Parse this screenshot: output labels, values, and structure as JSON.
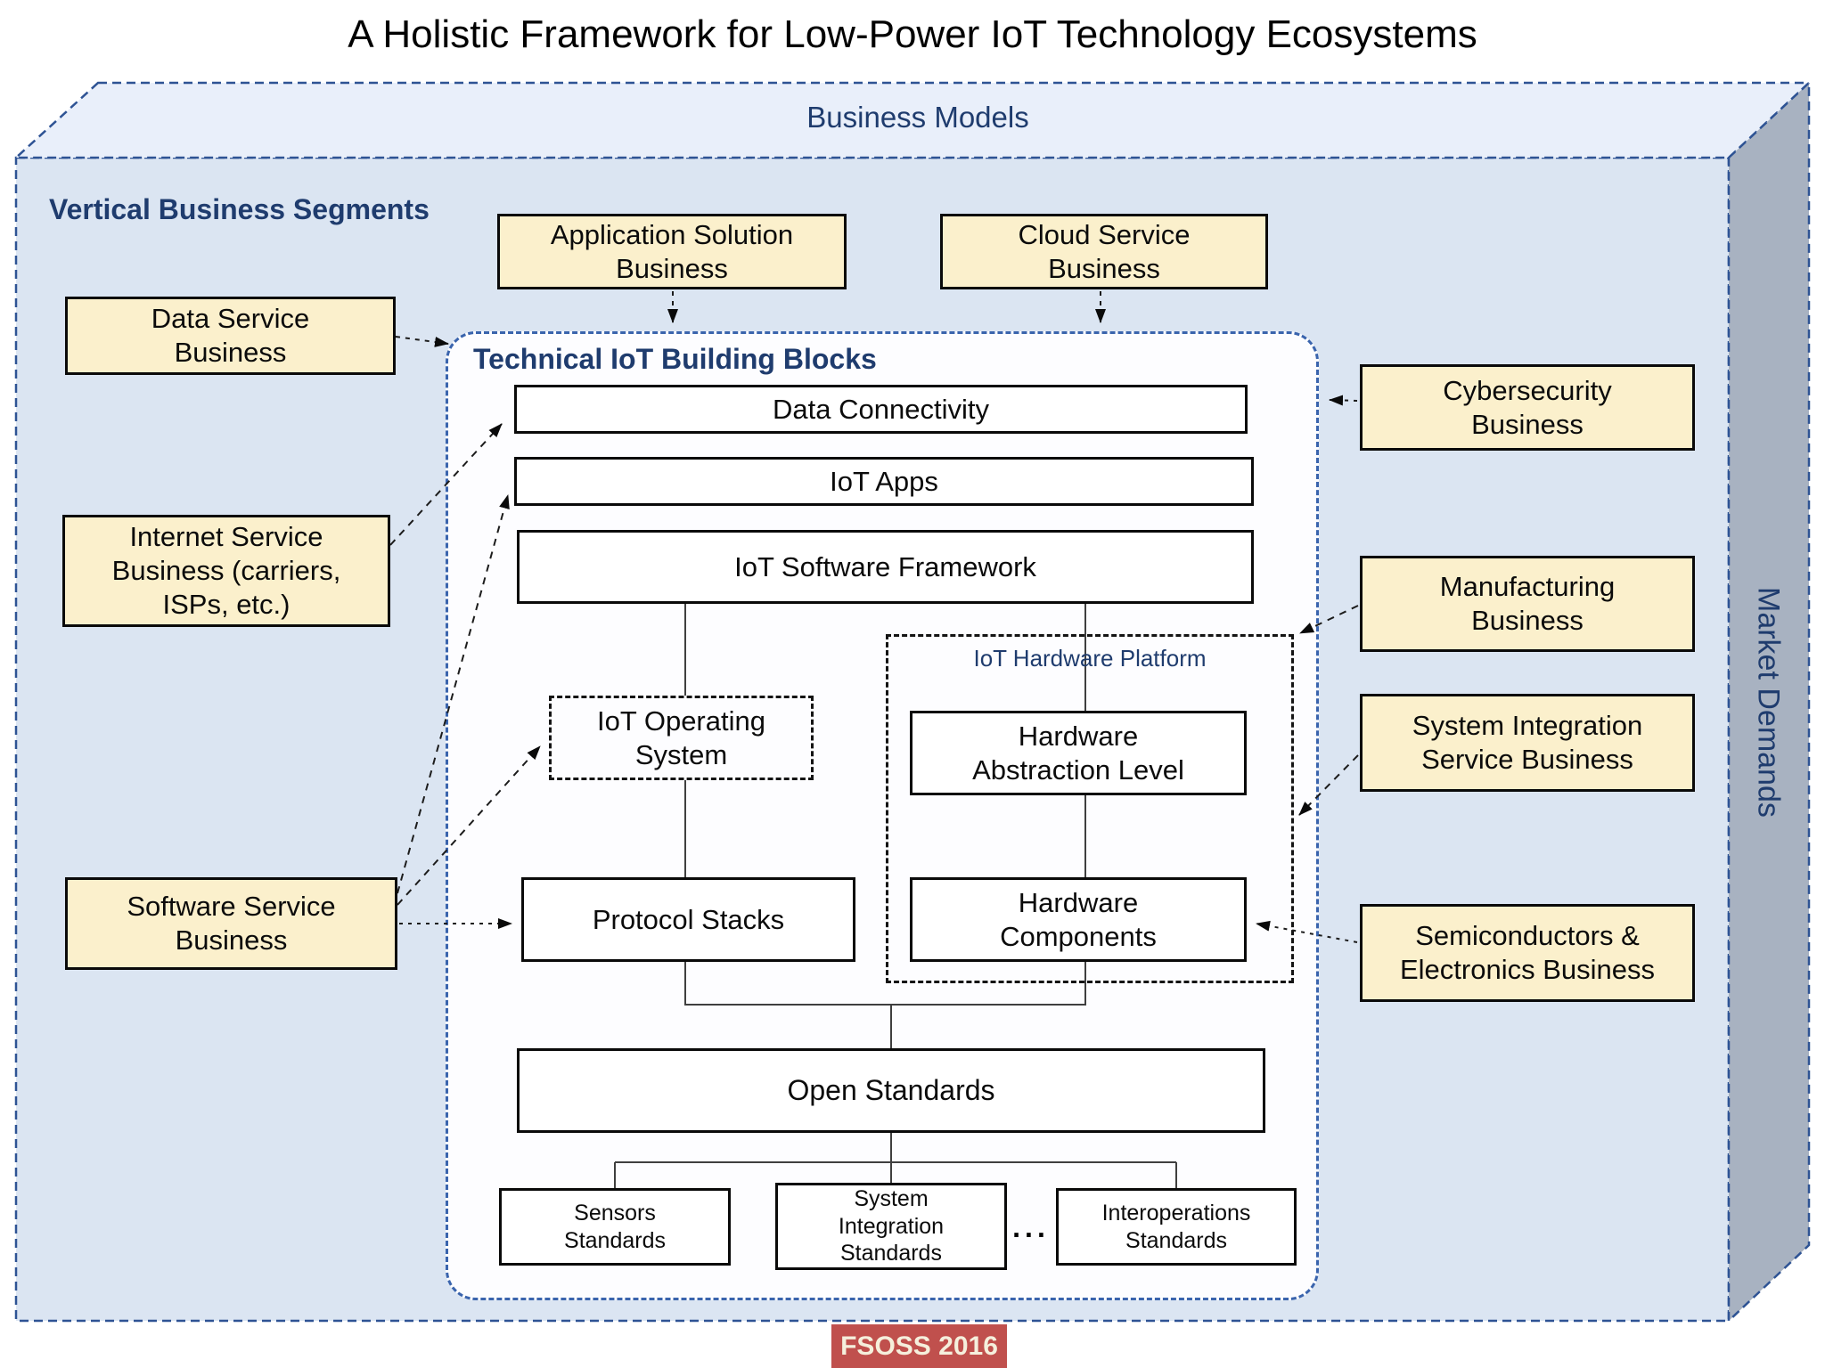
{
  "title": "A Holistic Framework for Low-Power IoT Technology Ecosystems",
  "outer": {
    "top_face_label": "Business Models",
    "front_face_label": "Vertical Business Segments",
    "right_face_label": "Market Demands"
  },
  "business_segments": {
    "application_solution": "Application Solution\nBusiness",
    "cloud_service": "Cloud Service\nBusiness",
    "data_service": "Data Service\nBusiness",
    "internet_service": "Internet Service\nBusiness (carriers,\nISPs, etc.)",
    "software_service": "Software Service\nBusiness",
    "cybersecurity": "Cybersecurity\nBusiness",
    "manufacturing": "Manufacturing\nBusiness",
    "system_integration_service": "System Integration\nService Business",
    "semiconductors_electronics": "Semiconductors &\nElectronics Business"
  },
  "building_blocks": {
    "title": "Technical IoT Building Blocks",
    "data_connectivity": "Data Connectivity",
    "iot_apps": "IoT Apps",
    "iot_software_framework": "IoT Software Framework",
    "iot_operating_system": "IoT Operating\nSystem",
    "hardware_platform_label": "IoT Hardware Platform",
    "hardware_abstraction_level": "Hardware\nAbstraction Level",
    "protocol_stacks": "Protocol Stacks",
    "hardware_components": "Hardware\nComponents",
    "open_standards": "Open Standards"
  },
  "standards": {
    "sensors": "Sensors\nStandards",
    "system_integration": "System\nIntegration\nStandards",
    "ellipsis": "...",
    "interoperations": "Interoperations\nStandards"
  },
  "footer": {
    "badge": "FSOSS 2016"
  },
  "colors": {
    "front_face": "#dbe5f2",
    "top_face": "#e9effa",
    "right_face": "#a8b2c1",
    "segment_box_fill": "#fbf0cc",
    "navy_text": "#1f3c6e",
    "dashed_border_blue": "#2e5394",
    "container_border_blue": "#3a64ad",
    "badge_red": "#c0504d",
    "badge_text": "#f5efdc"
  }
}
